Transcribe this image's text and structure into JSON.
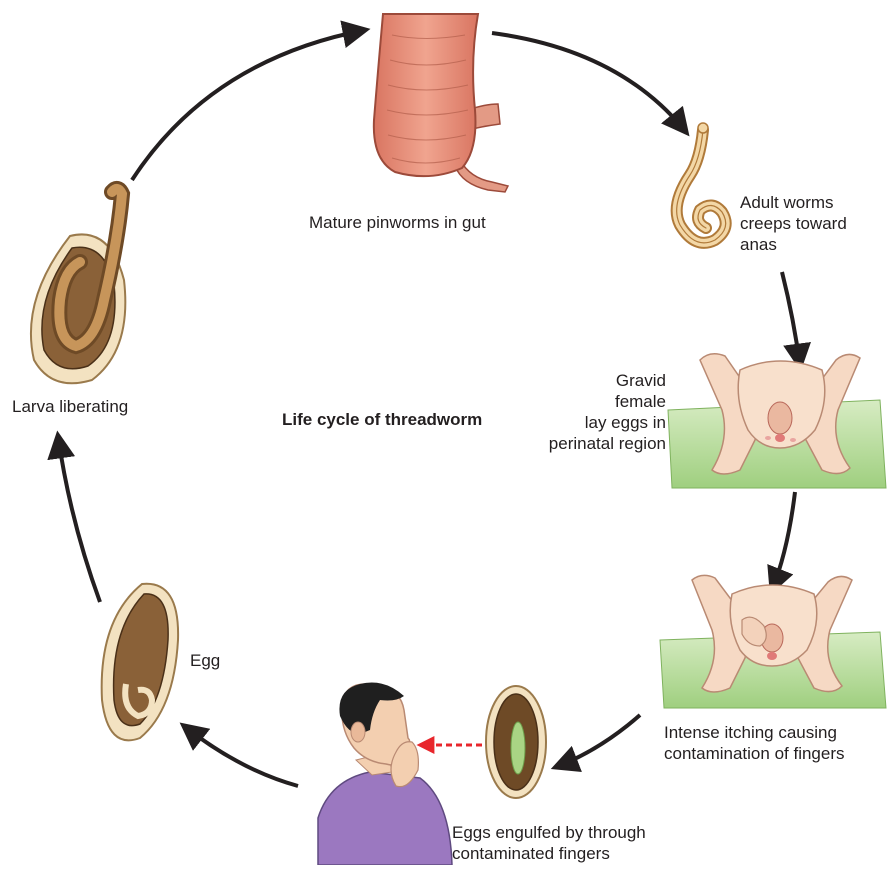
{
  "title": "Life cycle of threadworm",
  "stages": {
    "gut": {
      "lines": [
        "Mature pinworms in gut"
      ]
    },
    "adult": {
      "lines": [
        "Adult worms",
        "creeps toward",
        "anas"
      ]
    },
    "gravid": {
      "lines": [
        "Gravid",
        "female",
        "lay eggs in",
        "perinatal region"
      ]
    },
    "itching": {
      "lines": [
        "Intense itching causing",
        "contamination of fingers"
      ]
    },
    "engulfed": {
      "lines": [
        "Eggs engulfed by through",
        "contaminated fingers"
      ]
    },
    "egg": {
      "lines": [
        "Egg"
      ]
    },
    "larva": {
      "lines": [
        "Larva liberating"
      ]
    }
  },
  "colors": {
    "arrow": "#231f20",
    "dashed_arrow": "#e8262c",
    "skin": "#f6d9c4",
    "gut": "#e8967e",
    "egg_shell": "#f3e2c1",
    "egg_inner": "#8a6138",
    "green_cloth": "#b9dca0",
    "shirt": "#9b78c0",
    "hair": "#1f1f1f"
  }
}
